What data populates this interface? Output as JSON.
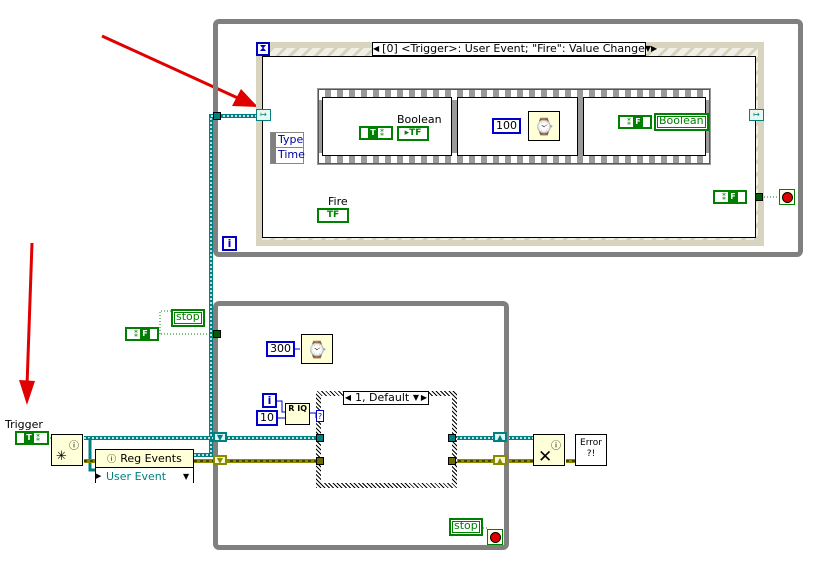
{
  "event_loop": {
    "event_structure": {
      "case_selector": "[0] <Trigger>: User Event;  \"Fire\": Value Change",
      "event_data_items": [
        "Type",
        "Time"
      ],
      "sequence_frames": [
        {
          "frame": 0,
          "indicator_label": "Boolean",
          "constant": "T"
        },
        {
          "frame": 1,
          "wait_ms": "100"
        },
        {
          "frame": 2,
          "constant": "F",
          "local_variable": "Boolean"
        }
      ],
      "fire_control_label": "Fire",
      "fire_control_text": "TF",
      "stop_constant": "F"
    },
    "iteration_terminal": "i"
  },
  "consumer_loop": {
    "wait_ms": "300",
    "iteration_terminal": "i",
    "divisor_constant": "10",
    "quotient_remainder_label": "R IQ",
    "case_selector": "1, Default",
    "case_selector_terminal": "?",
    "stop_indicator": "stop"
  },
  "outside": {
    "trigger_label": "Trigger",
    "trigger_constant": "T",
    "reg_events_label": "Reg Events",
    "reg_events_item": "User Event",
    "stop_local_variable": "stop",
    "stop_constant": "F",
    "error_handler_label": "Error ?!"
  },
  "annotations": {
    "arrow_color": "#e00000",
    "arrow_count": 2
  },
  "colors": {
    "boolean_wire": "#008000",
    "event_wire": "#008080",
    "error_wire": "#8a8a00",
    "numeric_wire": "#0000c0",
    "loop_border": "#808080"
  }
}
